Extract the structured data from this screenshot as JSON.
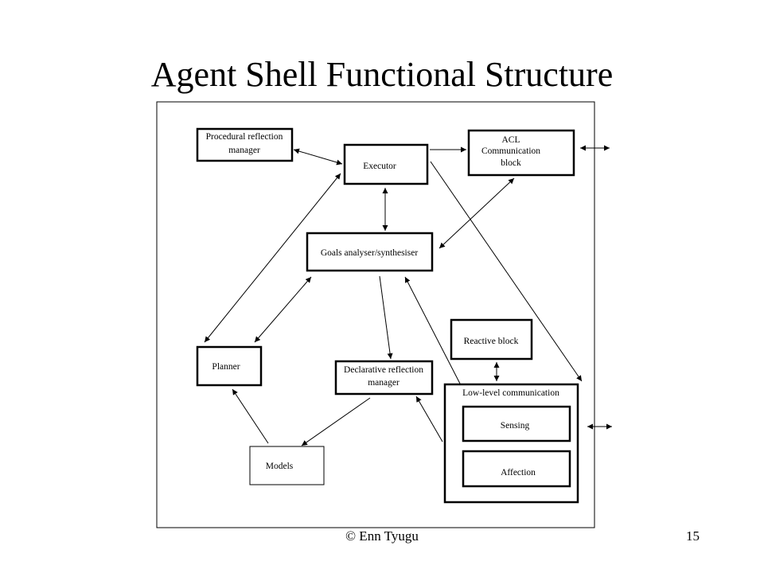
{
  "slide": {
    "title": "Agent Shell Functional Structure",
    "footer_author": "© Enn Tyugu",
    "page_number": "15"
  },
  "diagram": {
    "nodes": {
      "procedural": [
        "Procedural reflection",
        "manager"
      ],
      "executor": [
        "Executor"
      ],
      "acl": [
        "ACL",
        "Communication",
        "block"
      ],
      "goals": [
        "Goals analyser/synthesiser"
      ],
      "reactive": [
        "Reactive block"
      ],
      "planner": [
        "Planner"
      ],
      "declarative": [
        "Declarative reflection",
        "manager"
      ],
      "lowlevel": [
        "Low-level communication"
      ],
      "sensing": [
        "Sensing"
      ],
      "affection": [
        "Affection"
      ],
      "models": [
        "Models"
      ]
    }
  }
}
